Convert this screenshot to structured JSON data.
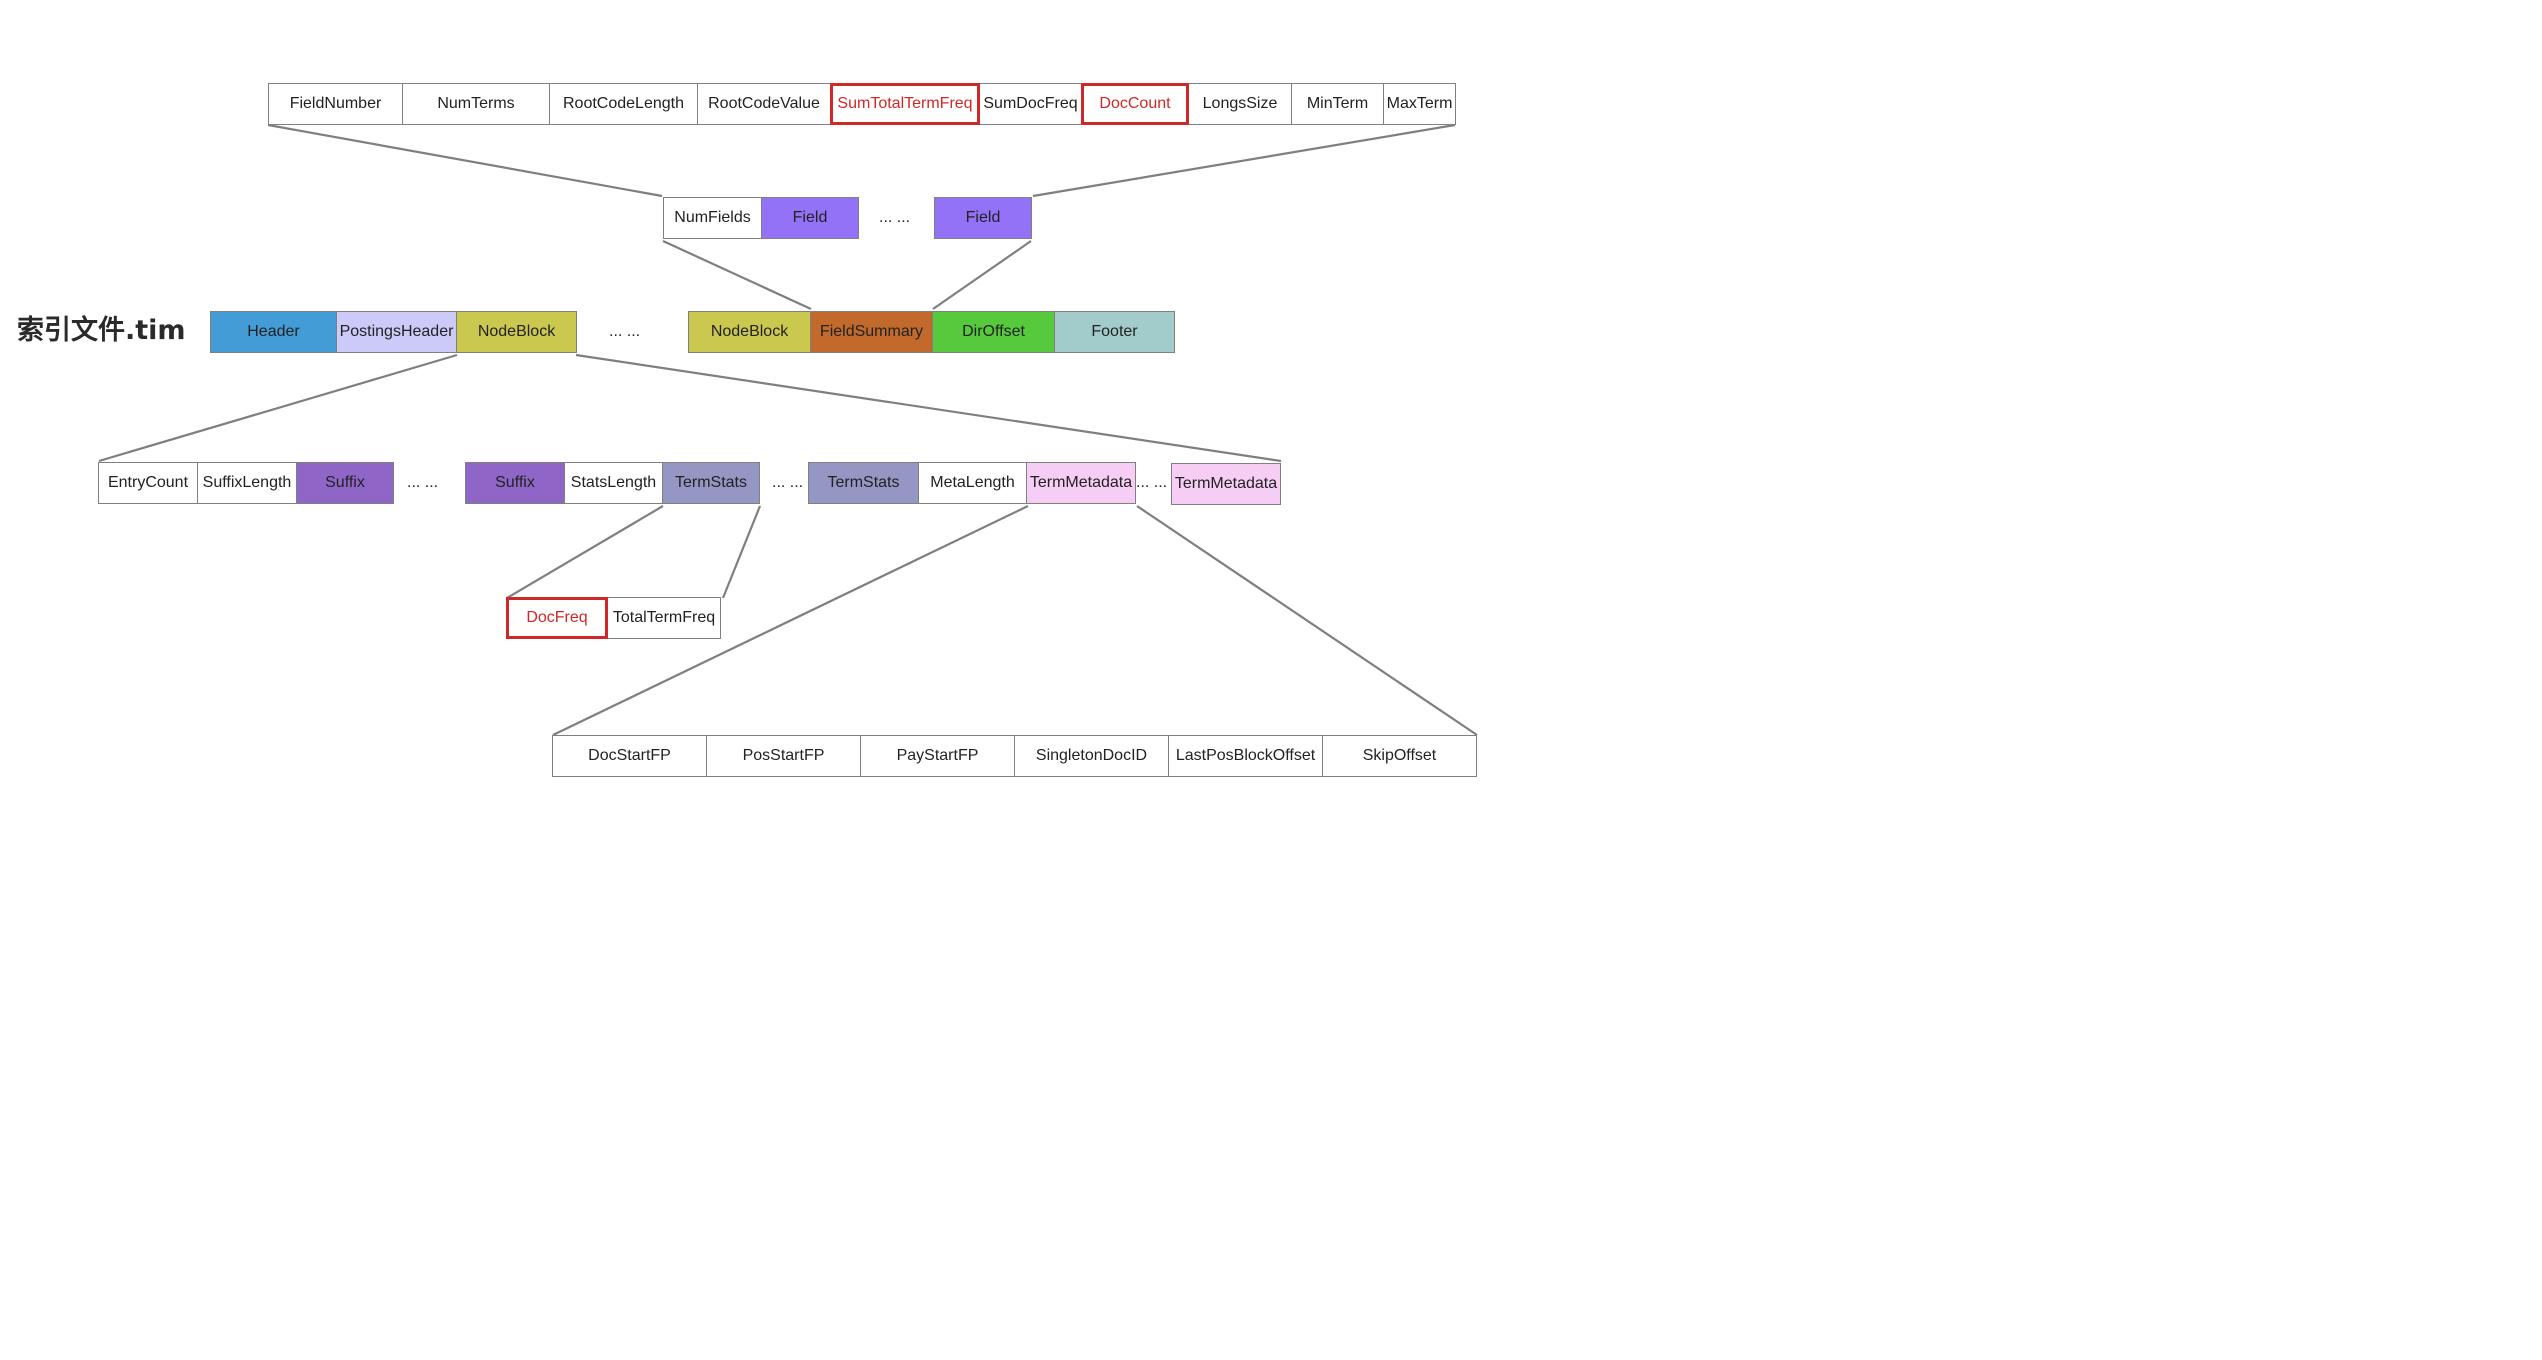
{
  "file_label": "索引文件.tim",
  "colors": {
    "header": "#449cd6",
    "postings_header": "#cccaf9",
    "node_block": "#cbc84f",
    "field_summary": "#c26a2c",
    "dir_offset": "#57c93d",
    "footer": "#a2cccc",
    "field": "#9472f7",
    "suffix": "#8f66c7",
    "term_stats": "#9596c4",
    "term_metadata": "#f5cdf5",
    "highlight": "#d02828"
  },
  "field_summary_row": [
    "FieldNumber",
    "NumTerms",
    "RootCodeLength",
    "RootCodeValue",
    "SumTotalTermFreq",
    "SumDocFreq",
    "DocCount",
    "LongsSize",
    "MinTerm",
    "MaxTerm"
  ],
  "field_summary_row_highlighted": [
    "SumTotalTermFreq",
    "DocCount"
  ],
  "field_row": {
    "num_fields": "NumFields",
    "field_1": "Field",
    "ellipsis": "... ...",
    "field_2": "Field"
  },
  "tim_row": {
    "header": "Header",
    "postings_header": "PostingsHeader",
    "node_block_1": "NodeBlock",
    "ellipsis": "... ...",
    "node_block_2": "NodeBlock",
    "field_summary": "FieldSummary",
    "dir_offset": "DirOffset",
    "footer": "Footer"
  },
  "node_block_row": {
    "entry_count": "EntryCount",
    "suffix_length": "SuffixLength",
    "suffix_1": "Suffix",
    "ellipsis_1": "... ...",
    "suffix_2": "Suffix",
    "stats_length": "StatsLength",
    "term_stats_1": "TermStats",
    "ellipsis_2": "... ...",
    "term_stats_2": "TermStats",
    "meta_length": "MetaLength",
    "term_metadata_1": "TermMetadata",
    "ellipsis_3": "... ...",
    "term_metadata_2": "TermMetadata"
  },
  "term_stats_row": {
    "doc_freq": "DocFreq",
    "total_term_freq": "TotalTermFreq"
  },
  "term_metadata_row": [
    "DocStartFP",
    "PosStartFP",
    "PayStartFP",
    "SingletonDocID",
    "LastPosBlockOffset",
    "SkipOffset"
  ]
}
